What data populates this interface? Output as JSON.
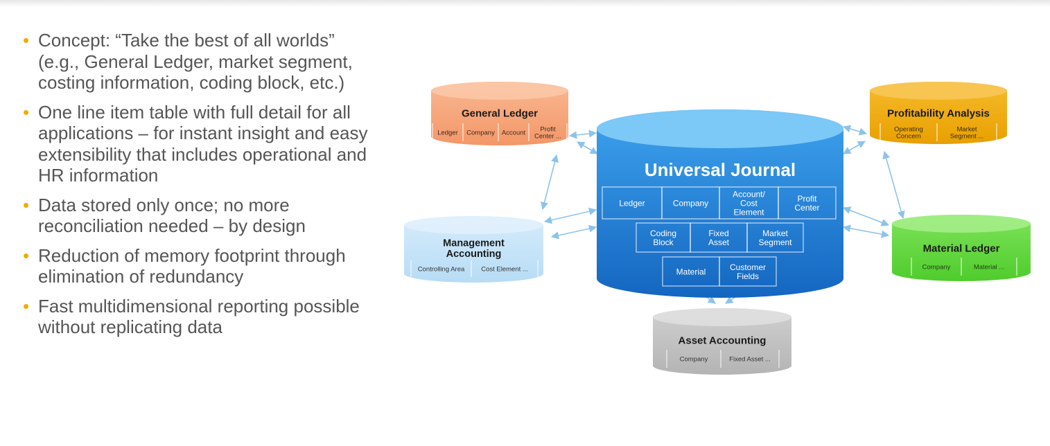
{
  "bullets": [
    [
      "Concept: “Take the best of all worlds”",
      "(e.g., General Ledger, market segment,",
      "costing information, coding block, etc.)"
    ],
    [
      "One line item table with full detail for all",
      "applications – for instant insight and easy",
      "extensibility that includes operational and",
      "HR information"
    ],
    [
      "Data stored only once; no more",
      "reconciliation needed – by design"
    ],
    [
      "Reduction of memory footprint through",
      "elimination of redundancy"
    ],
    [
      "Fast multidimensional reporting possible",
      "without replicating data"
    ]
  ],
  "universal_journal": {
    "title": "Universal Journal",
    "row1": [
      [
        "Ledger"
      ],
      [
        "Company"
      ],
      [
        "Account/",
        "Cost",
        "Element"
      ],
      [
        "Profit",
        "Center"
      ]
    ],
    "row2": [
      [
        "Coding",
        "Block"
      ],
      [
        "Fixed",
        "Asset"
      ],
      [
        "Market",
        "Segment"
      ]
    ],
    "row3": [
      [
        "Material"
      ],
      [
        "Customer",
        "Fields"
      ]
    ]
  },
  "general_ledger": {
    "title": [
      "General  Ledger"
    ],
    "fields": [
      [
        "Ledger"
      ],
      [
        "Company"
      ],
      [
        "Account"
      ],
      [
        "Profit",
        "Center ..."
      ]
    ]
  },
  "profitability_analysis": {
    "title": [
      "Profitability Analysis"
    ],
    "fields": [
      [
        "Operating",
        "Concern"
      ],
      [
        "Market",
        "Segment ..."
      ]
    ]
  },
  "management_accounting": {
    "title": [
      "Management",
      "Accounting"
    ],
    "fields": [
      [
        "Controlling Area"
      ],
      [
        "Cost Element ..."
      ]
    ]
  },
  "material_ledger": {
    "title": [
      "Material Ledger"
    ],
    "fields": [
      [
        "Company"
      ],
      [
        "Material ..."
      ]
    ]
  },
  "asset_accounting": {
    "title": [
      "Asset Accounting"
    ],
    "fields": [
      [
        "Company"
      ],
      [
        "Fixed Asset ..."
      ]
    ]
  },
  "colors": {
    "bullet": "#f0ab00",
    "text": "#555555",
    "universal_journal": "#1f86d9",
    "general_ledger": "#f7a678",
    "profitability_analysis": "#f2ab10",
    "management_accounting": "#c5e3f8",
    "material_ledger": "#64db3c",
    "asset_accounting": "#c4c4c4",
    "arrow": "#8cc3ec"
  }
}
